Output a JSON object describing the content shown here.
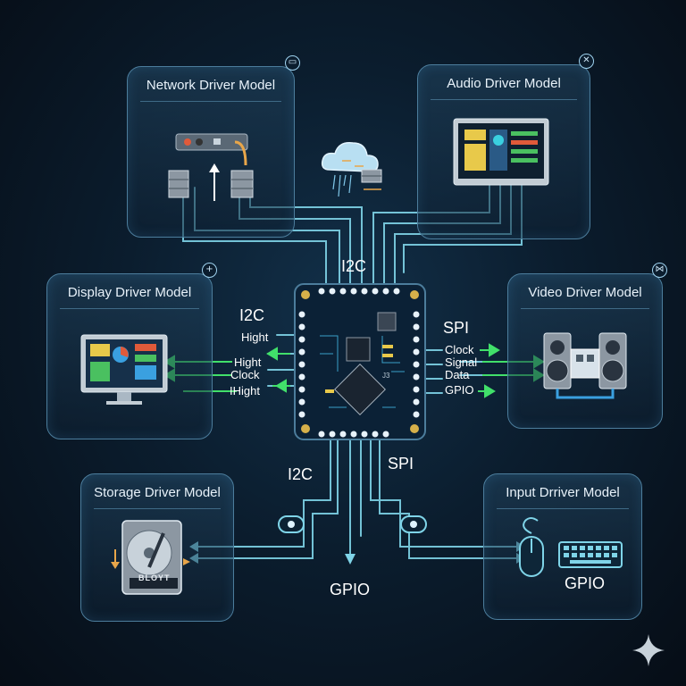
{
  "panels": {
    "network": {
      "title": "Network Driver Model"
    },
    "audio": {
      "title": "Audio Driver Model"
    },
    "display": {
      "title": "Display Driver Model"
    },
    "video": {
      "title": "Video Driver Model"
    },
    "storage": {
      "title": "Storage Driver Model",
      "disk_label": "BLOYT"
    },
    "input": {
      "title": "Input  Drriver Model",
      "sub_label": "GPIO"
    }
  },
  "bus_labels": {
    "top": "I2C",
    "left_i2c": "I2C",
    "bottom_i2c": "I2C",
    "right_spi": "SPI",
    "bottom_spi": "SPI",
    "bottom_gpio": "GPIO"
  },
  "left_signals": [
    "Hight",
    "Hight",
    "Clock",
    "IHight"
  ],
  "right_signals": [
    "Clock",
    "Signal",
    "Data",
    "GPIO"
  ],
  "chip_label": "J3",
  "colors": {
    "wire": "#7fd4e8",
    "arrow": "#41e06a",
    "border": "#4c7d9c"
  },
  "icons": [
    "floppy-icon",
    "close-icon",
    "plus-icon",
    "bowtie-icon",
    "sparkle-icon"
  ]
}
